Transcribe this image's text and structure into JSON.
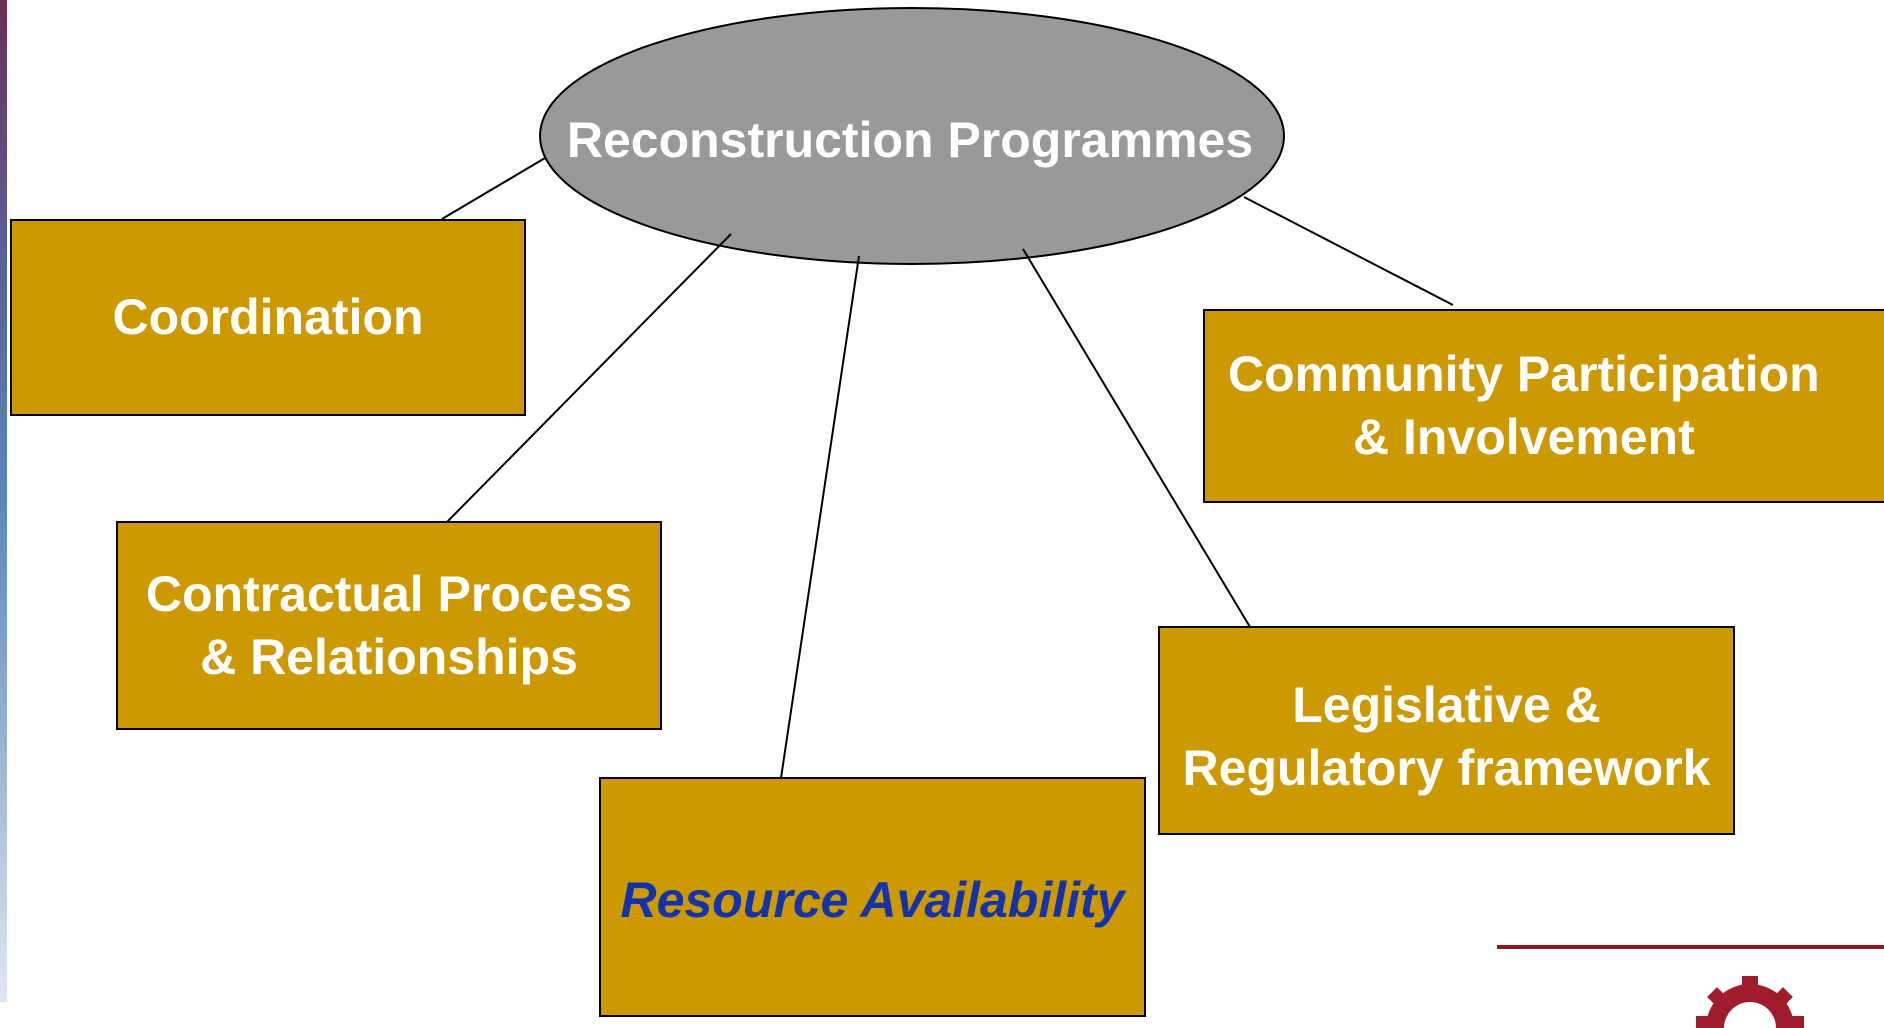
{
  "hub": {
    "label": "Reconstruction Programmes",
    "fill": "#999999"
  },
  "nodes": [
    {
      "id": "coordination",
      "label": "Coordination"
    },
    {
      "id": "contractual",
      "label": "Contractual Process\n& Relationships"
    },
    {
      "id": "resource",
      "label": "Resource Availability"
    },
    {
      "id": "legislative",
      "label": "Legislative &\nRegulatory framework"
    },
    {
      "id": "community",
      "label": "Community Participation\n& Involvement"
    }
  ],
  "colors": {
    "node_fill": "#cc9900",
    "node_text": "#ffffff",
    "highlight_text": "#1433a8",
    "accent_rule": "#8b1a1a",
    "logo": "#a01c2c"
  },
  "icons": {
    "logo": "gear-logo-icon"
  }
}
